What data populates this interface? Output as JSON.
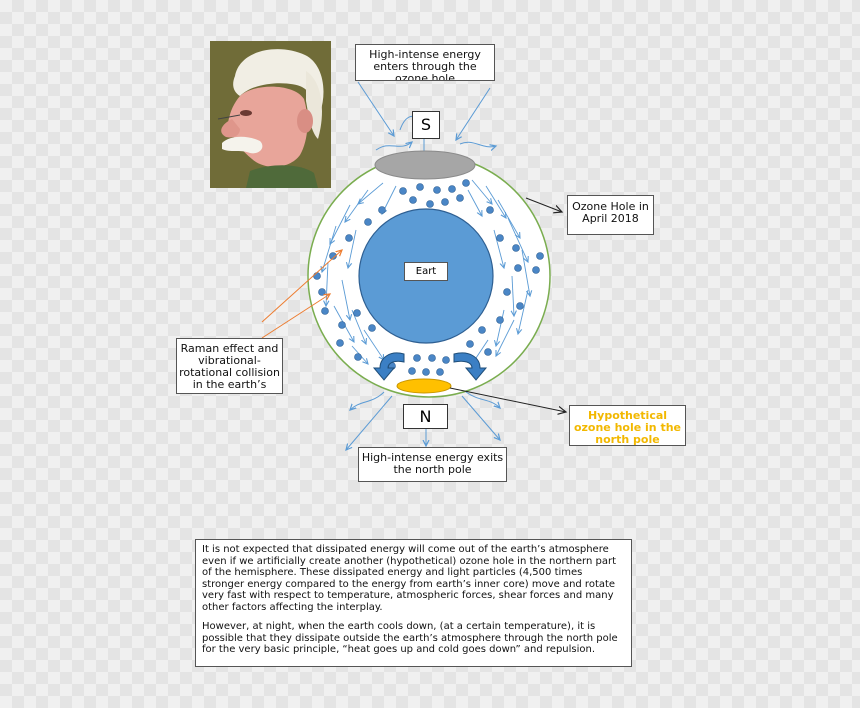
{
  "poles": {
    "south": "S",
    "north": "N"
  },
  "earth_label": "Eart",
  "callouts": {
    "top_energy": "High-intense energy enters through the ozone hole",
    "ozone_hole": "Ozone Hole in April 2018",
    "raman": "Raman effect and vibrational-rotational collision in the earth’s",
    "hypothetical": "Hypothetical ozone hole in the north pole",
    "bottom_energy": "High-intense energy exits the north pole"
  },
  "explanation": {
    "paragraph1": "It is not expected that dissipated energy will come out of the earth’s atmosphere even if we artificially create another (hypothetical) ozone hole in the northern part of the hemisphere. These dissipated energy and light particles (4,500 times stronger energy compared to the energy from earth’s inner core) move and rotate very fast with respect to temperature, atmospheric forces, shear forces and many other factors affecting the interplay.",
    "paragraph2": "However, at night, when the earth cools down, (at a certain temperature), it is possible that they dissipate outside the earth’s atmosphere through the north pole for the very basic principle, “heat goes up and cold goes down” and repulsion."
  },
  "colors": {
    "atmosphere_border": "#7aad4f",
    "earth": "#5b9bd5",
    "particles": "#4a86c6",
    "flow_arrows": "#5b9bd5",
    "south_hole": "#a6a6a6",
    "north_hole": "#ffc000",
    "raman_arrows": "#ed7d31",
    "hypothetical_text": "#f2b800",
    "rotation_arrows": "#2e75b6"
  }
}
